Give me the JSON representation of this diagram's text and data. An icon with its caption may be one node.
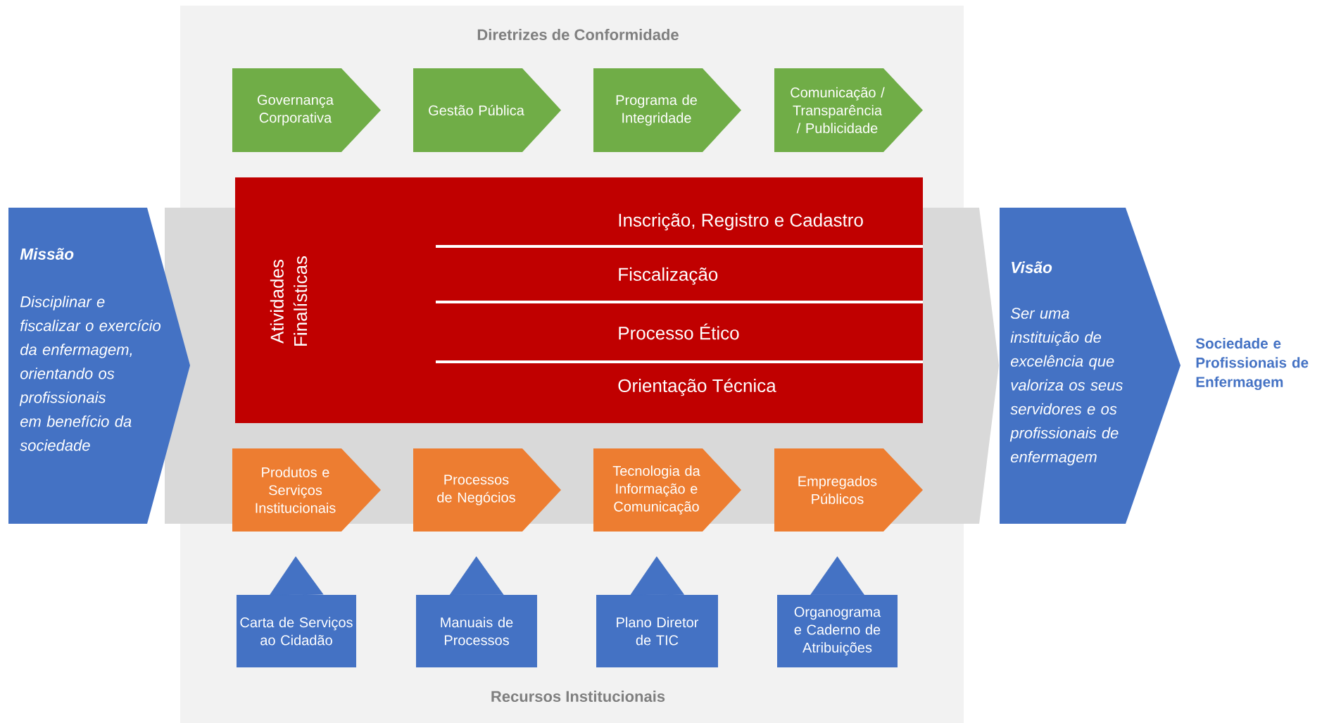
{
  "diagram": {
    "nodes": [
      {
        "text": [
          "Diretrizes de Conformidade",
          "Recursos Institucionais"
        ]
      },
      {
        "text": [
          "Missão",
          "Disciplinar e fiscalizar o exercício da enfermagem, orientando os profissionais em benefício da sociedade"
        ]
      },
      {
        "text": [
          "Governança Corporativa"
        ],
        "in": 0
      },
      {
        "text": [
          "Gestão Pública"
        ],
        "in": 0
      },
      {
        "text": [
          "Programa de Integridade"
        ],
        "in": 0
      },
      {
        "text": [
          "Comunicação / Transparência / Publicidade"
        ],
        "in": 0
      },
      {
        "text": [
          "Atividades Finalísticas"
        ],
        "in": 0
      },
      {
        "text": [
          "Inscrição, Registro e Cadastro"
        ],
        "in": 6
      },
      {
        "text": [
          "Fiscalização"
        ],
        "in": 6
      },
      {
        "text": [
          "Processo Ético"
        ],
        "in": 6
      },
      {
        "text": [
          "Orientação Técnica"
        ],
        "in": 6
      },
      {
        "text": [
          "Produtos e Serviços Institucionais"
        ],
        "in": 0
      },
      {
        "text": [
          "Processos de Negócios"
        ],
        "in": 0
      },
      {
        "text": [
          "Tecnologia da Informação e Comunicação"
        ],
        "in": 0
      },
      {
        "text": [
          "Empregados Públicos"
        ],
        "in": 0
      },
      {
        "text": [
          "Carta de Serviços ao Cidadão"
        ],
        "in": 0
      },
      {
        "text": [
          "Manuais de Processos"
        ],
        "in": 0
      },
      {
        "text": [
          "Plano Diretor de TIC"
        ],
        "in": 0
      },
      {
        "text": [
          "Organograma e Caderno de Atribuições"
        ],
        "in": 0
      },
      {
        "text": [
          "Visão",
          "Ser uma instituição de excelência que valoriza os seus servidores e os profissionais de enfermagem"
        ]
      }
    ],
    "edges": [
      {
        "from": 15,
        "to": 11,
        "arrow": "to"
      },
      {
        "from": 16,
        "to": 12,
        "arrow": "to"
      },
      {
        "from": 17,
        "to": 13,
        "arrow": "to"
      },
      {
        "from": 18,
        "to": 14,
        "arrow": "to"
      }
    ],
    "labels": [
      "Sociedade e Profissionais de Enfermagem"
    ]
  }
}
